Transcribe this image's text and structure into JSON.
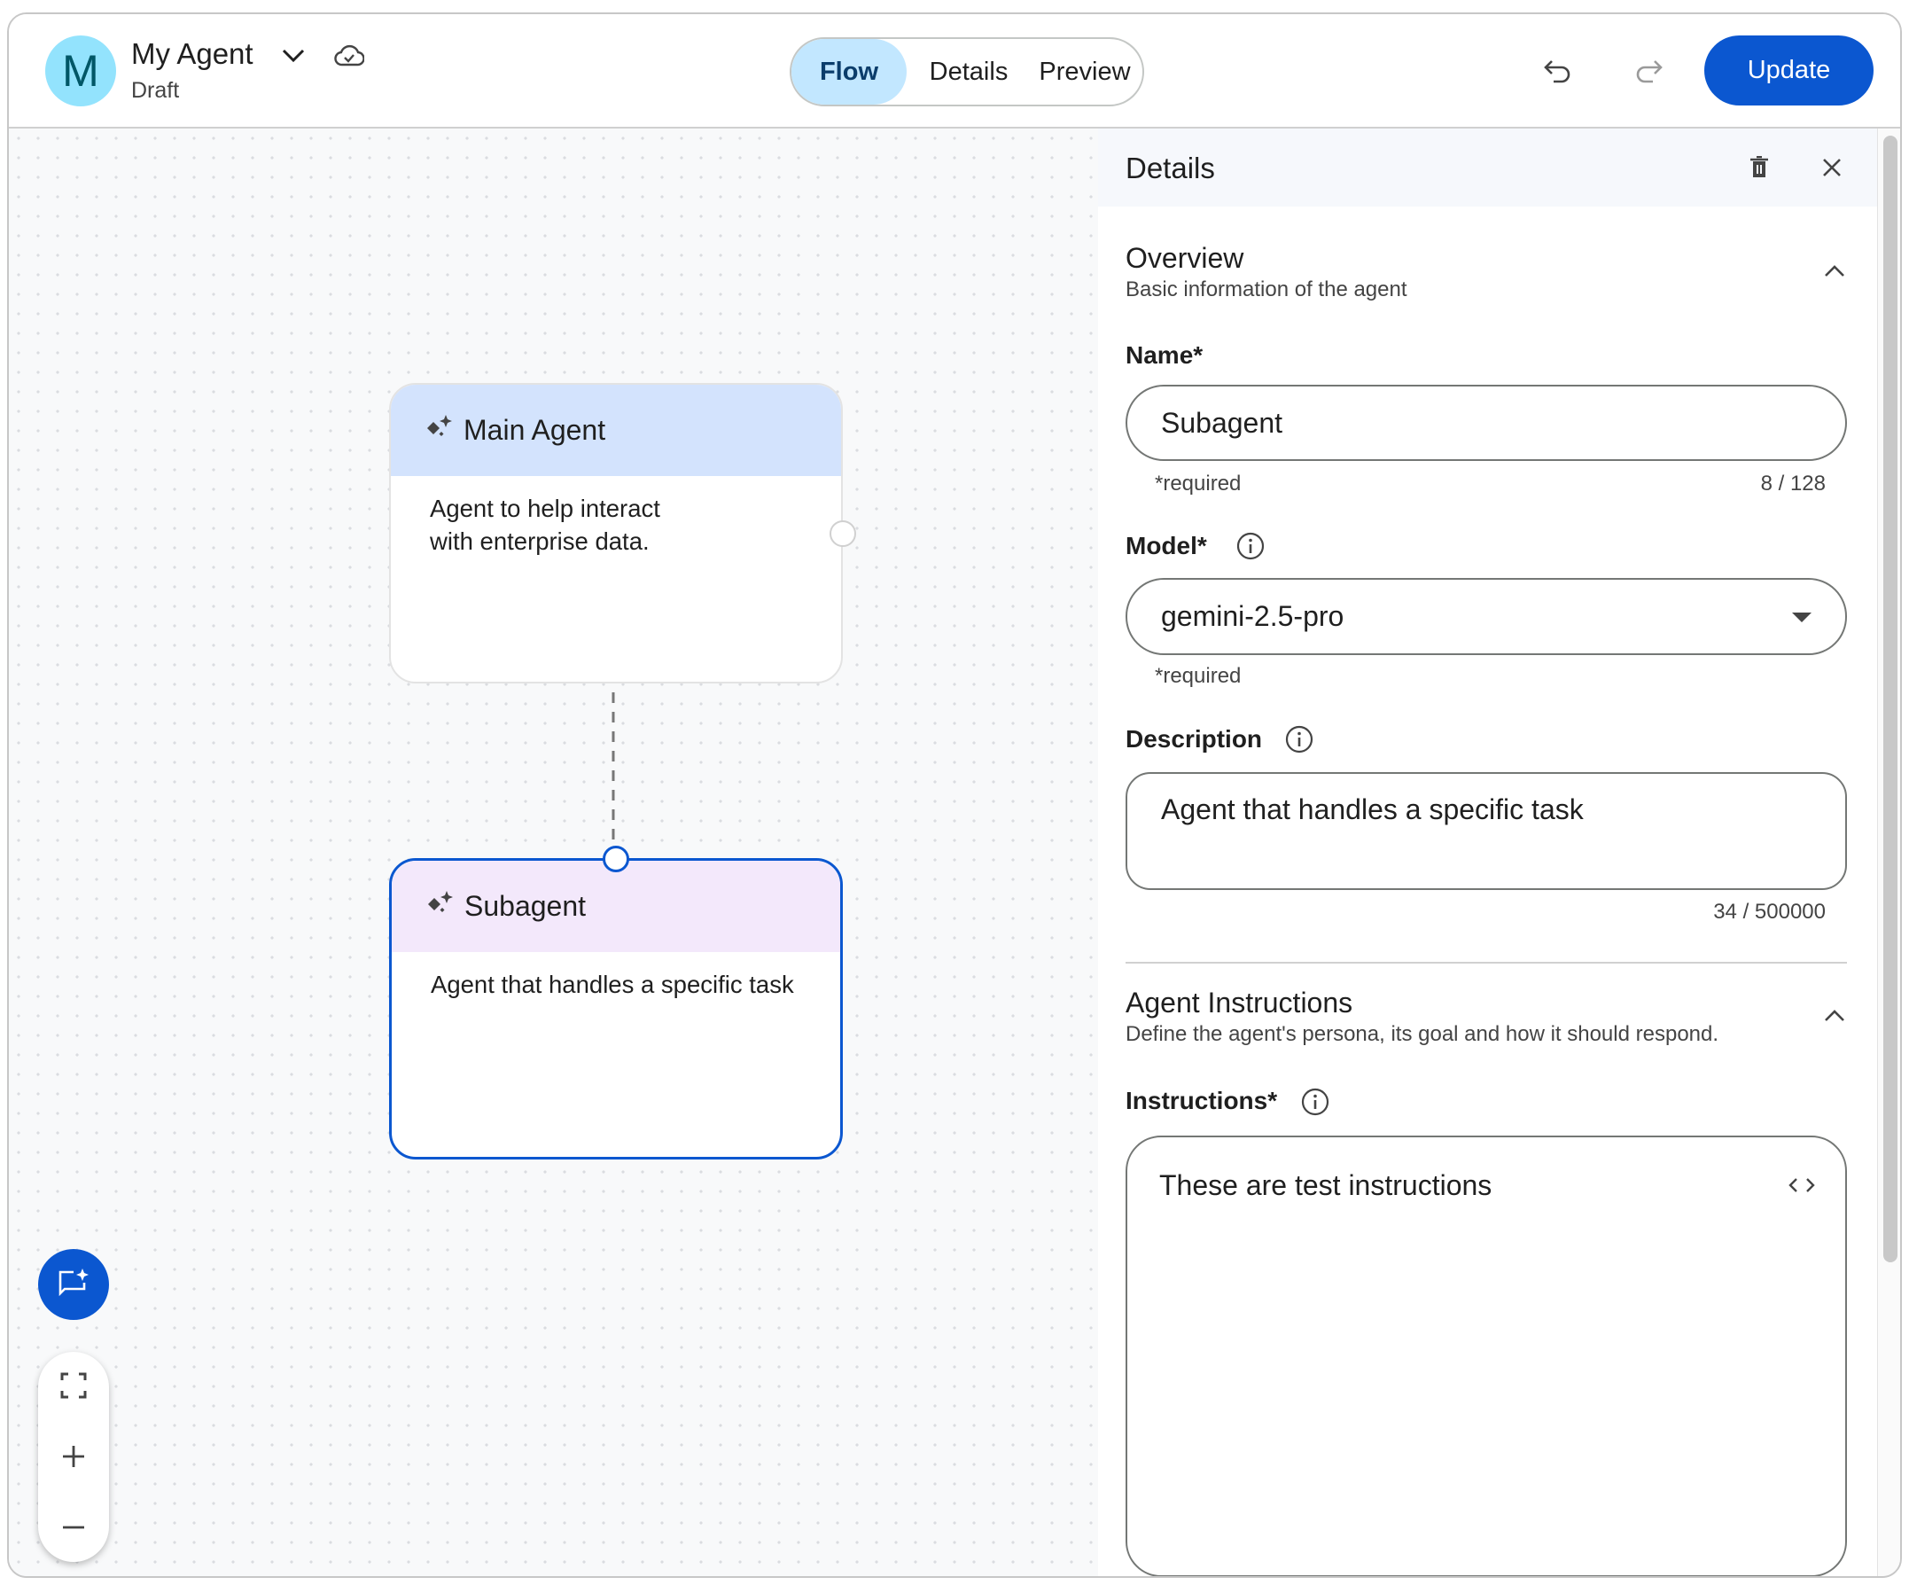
{
  "header": {
    "avatar_letter": "M",
    "agent_name": "My Agent",
    "status": "Draft",
    "tabs": [
      {
        "label": "Flow",
        "active": true
      },
      {
        "label": "Details",
        "active": false
      },
      {
        "label": "Preview",
        "active": false
      }
    ],
    "update_label": "Update"
  },
  "canvas": {
    "nodes": [
      {
        "title": "Main Agent",
        "description": "Agent to help interact with enterprise data.",
        "header_color": "#d3e3fd"
      },
      {
        "title": "Subagent",
        "description": "Agent that handles a specific task",
        "header_color": "#f3e8fb",
        "selected": true
      }
    ]
  },
  "panel": {
    "title": "Details",
    "overview": {
      "title": "Overview",
      "subtitle": "Basic information of the agent"
    },
    "name": {
      "label": "Name*",
      "value": "Subagent",
      "hint": "*required",
      "counter": "8 / 128"
    },
    "model": {
      "label": "Model*",
      "value": "gemini-2.5-pro",
      "hint": "*required"
    },
    "description": {
      "label": "Description",
      "value": "Agent that handles a specific task",
      "counter": "34 / 500000"
    },
    "instructions_section": {
      "title": "Agent Instructions",
      "subtitle": "Define the agent's persona, its goal and how it should respond."
    },
    "instructions": {
      "label": "Instructions*",
      "value": "These are test instructions"
    }
  },
  "colors": {
    "accent": "#0b57d0",
    "flow_tab": "#c2e7ff",
    "avatar": "#93e3fd"
  }
}
